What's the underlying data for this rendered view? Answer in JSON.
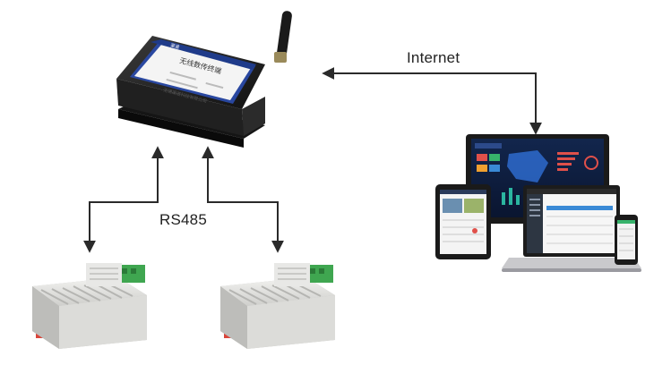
{
  "labels": {
    "internet": "Internet",
    "rs485": "RS485"
  },
  "gateway": {
    "brand": "渠道",
    "title": "无线数传终端",
    "company": "无锡渠道科技有限公司",
    "icon": "router-antenna-icon"
  },
  "sensors": [
    {
      "name": "temperature-humidity-sensor-1",
      "icon": "sensor-module-icon"
    },
    {
      "name": "temperature-humidity-sensor-2",
      "icon": "sensor-module-icon"
    }
  ],
  "devices": {
    "laptop": "laptop-dashboard-icon",
    "tablet": "tablet-map-icon",
    "desktop": "monitor-dashboard-icon",
    "phone": "phone-icon"
  },
  "colors": {
    "line": "#2a2a2a",
    "device_body": "#1b1b1b",
    "panel_blue": "#1f3b8a",
    "sensor_body": "#e4e4e2",
    "terminal_green": "#3fa650",
    "clip_red": "#d9453a",
    "screen_dark": "#0d1d3b"
  }
}
